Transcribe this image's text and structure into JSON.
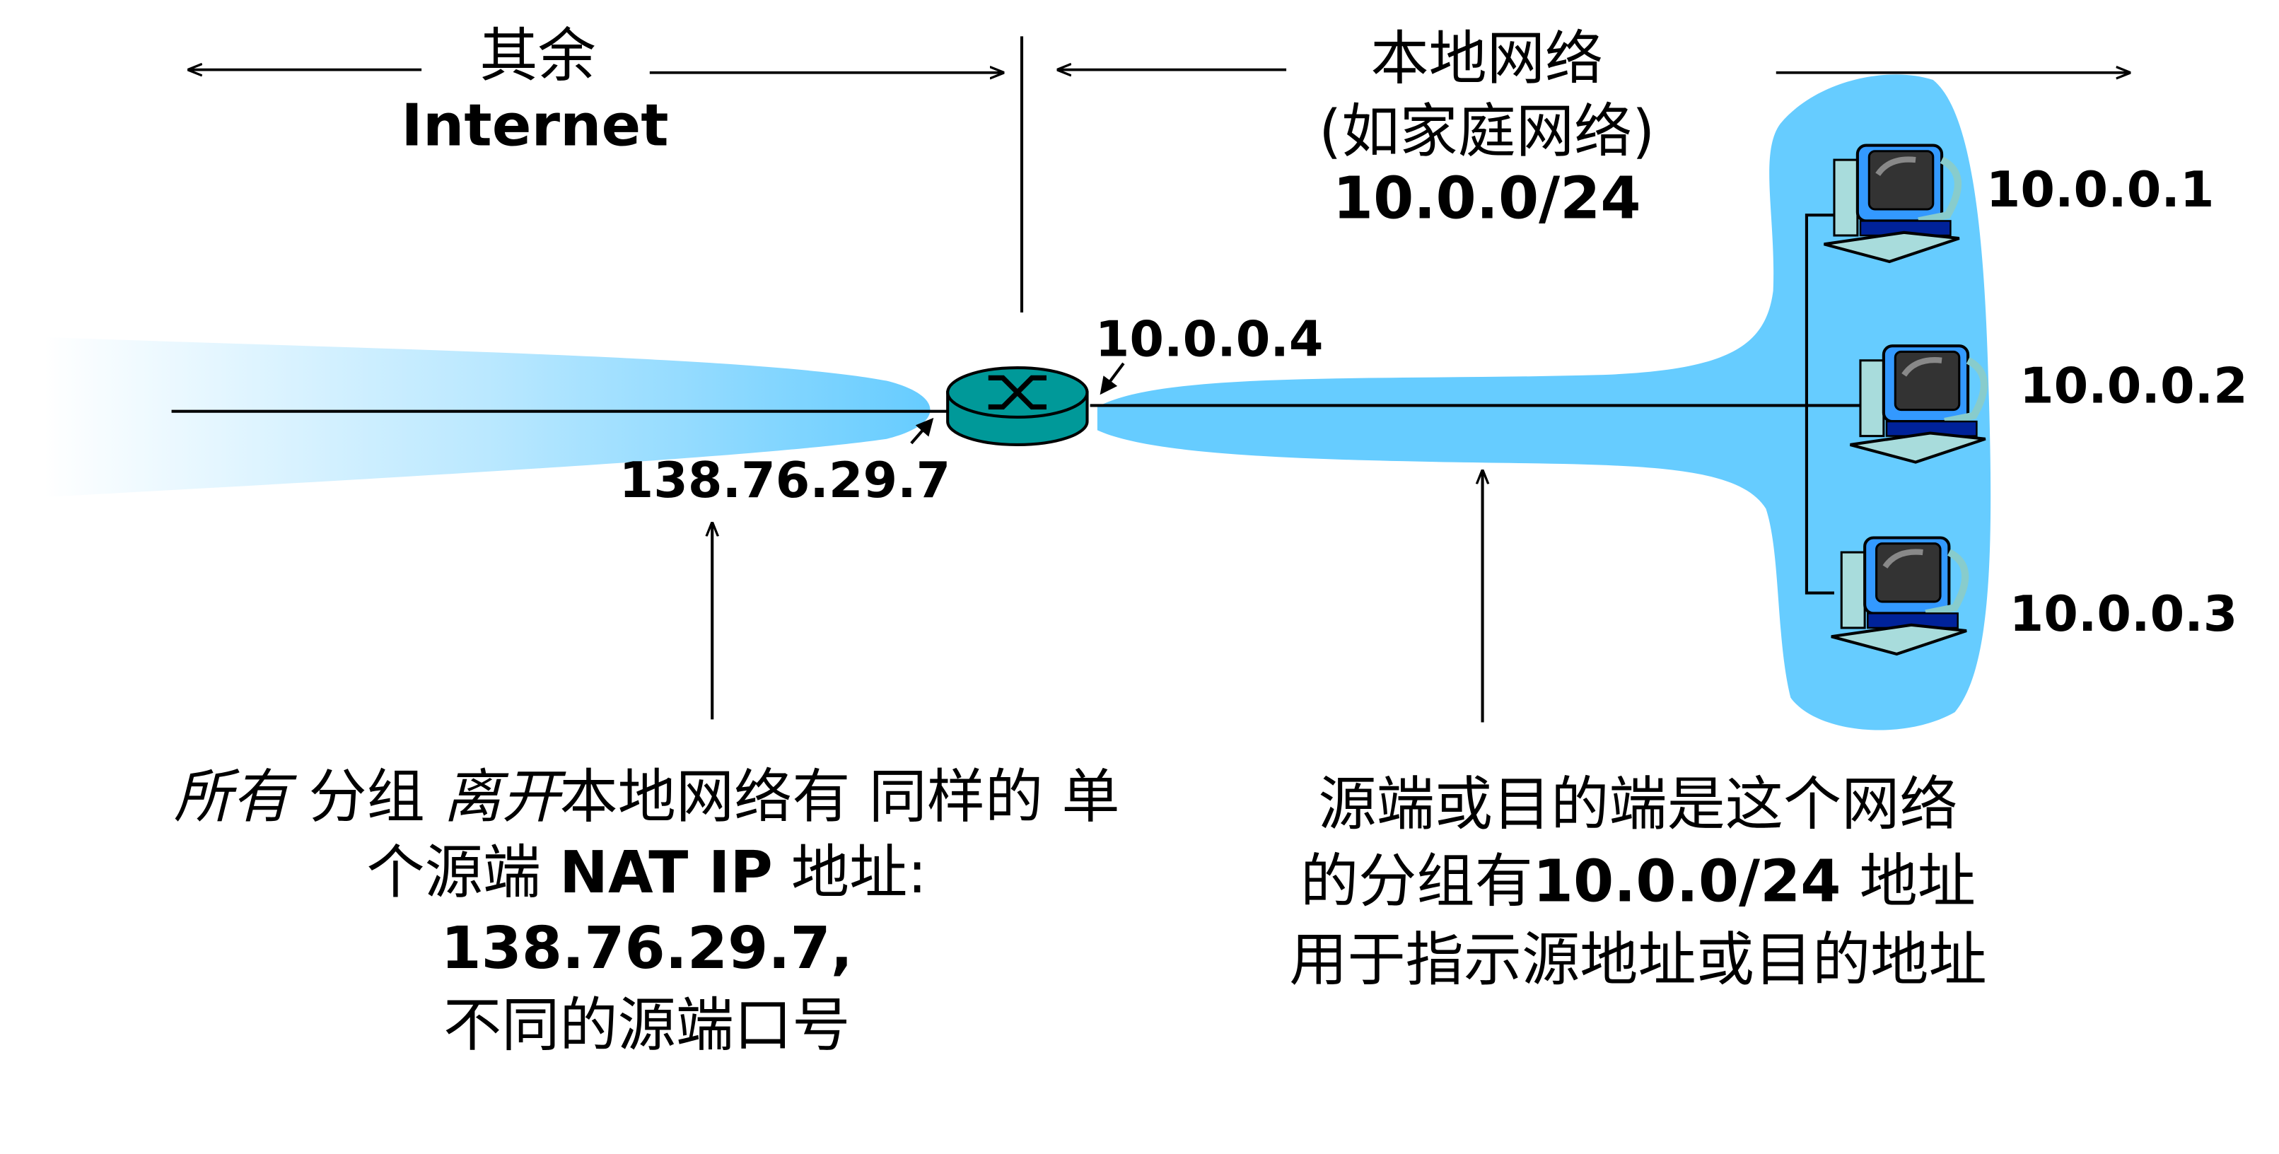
{
  "left_region": {
    "line1": "其余",
    "line2": "Internet"
  },
  "right_region": {
    "line1": "本地网络",
    "line2": "(如家庭网络)",
    "subnet": "10.0.0/24"
  },
  "router": {
    "public_ip": "138.76.29.7",
    "private_ip": "10.0.0.4"
  },
  "hosts": [
    {
      "ip": "10.0.0.1"
    },
    {
      "ip": "10.0.0.2"
    },
    {
      "ip": "10.0.0.3"
    }
  ],
  "left_note": {
    "line1_italic_a": "所有",
    "line1_b": "分组",
    "line1_italic_c": "离开",
    "line1_d": "本地网络有 同样的 单",
    "line2_a": "个源端 ",
    "line2_b": "NAT IP",
    "line2_c": " 地址:",
    "line3": "138.76.29.7,",
    "line4": "不同的源端口号"
  },
  "right_note": {
    "line1": "源端或目的端是这个网络",
    "line2_a": "的分组有",
    "line2_b": "10.0.0/24",
    "line2_c": " 地址",
    "line3": "用于指示源地址或目的地址"
  },
  "colors": {
    "lan": "#66ccff",
    "router": "#009999"
  }
}
